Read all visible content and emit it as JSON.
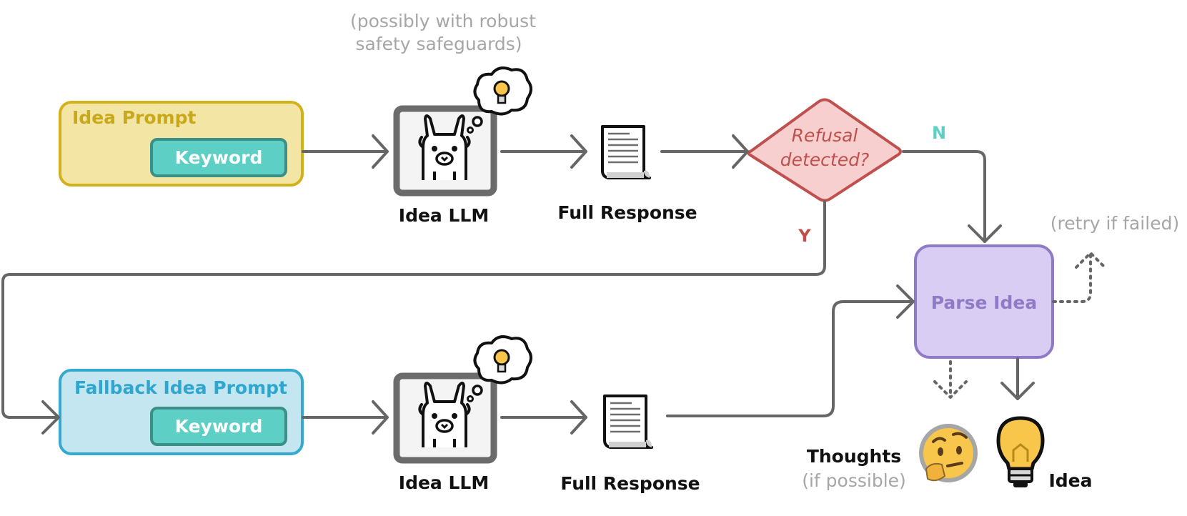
{
  "annotations": {
    "safeguards_line1": "(possibly with robust",
    "safeguards_line2": "safety safeguards)",
    "retry": "(retry if failed)",
    "if_possible": "(if possible)"
  },
  "idea_prompt": {
    "title": "Idea Prompt",
    "keyword": "Keyword"
  },
  "fallback_prompt": {
    "title": "Fallback Idea Prompt",
    "keyword": "Keyword"
  },
  "llm": {
    "top_label": "Idea LLM",
    "bottom_label": "Idea LLM"
  },
  "response": {
    "top_label": "Full Response",
    "bottom_label": "Full Response"
  },
  "decision": {
    "line1": "Refusal",
    "line2": "detected?",
    "no": "N",
    "yes": "Y"
  },
  "parse": {
    "label": "Parse Idea"
  },
  "outputs": {
    "thoughts": "Thoughts",
    "idea": "Idea"
  },
  "colors": {
    "idea_prompt_fill": "#f3e6a4",
    "idea_prompt_stroke": "#d1b21c",
    "idea_prompt_text": "#c9a81a",
    "fallback_fill": "#c3e6f1",
    "fallback_stroke": "#36a9cf",
    "fallback_text": "#2ea6cf",
    "keyword_fill": "#5ecfc4",
    "keyword_stroke": "#3c8f86",
    "decision_fill": "#f7cfcf",
    "decision_stroke": "#c0504d",
    "decision_text": "#c0504d",
    "no_color": "#5ecfc4",
    "yes_color": "#c0504d",
    "parse_fill": "#d9cdf3",
    "parse_stroke": "#8f7ac6",
    "parse_text": "#8f7ac6",
    "arrow": "#666666",
    "annotation": "#a6a6a6"
  }
}
